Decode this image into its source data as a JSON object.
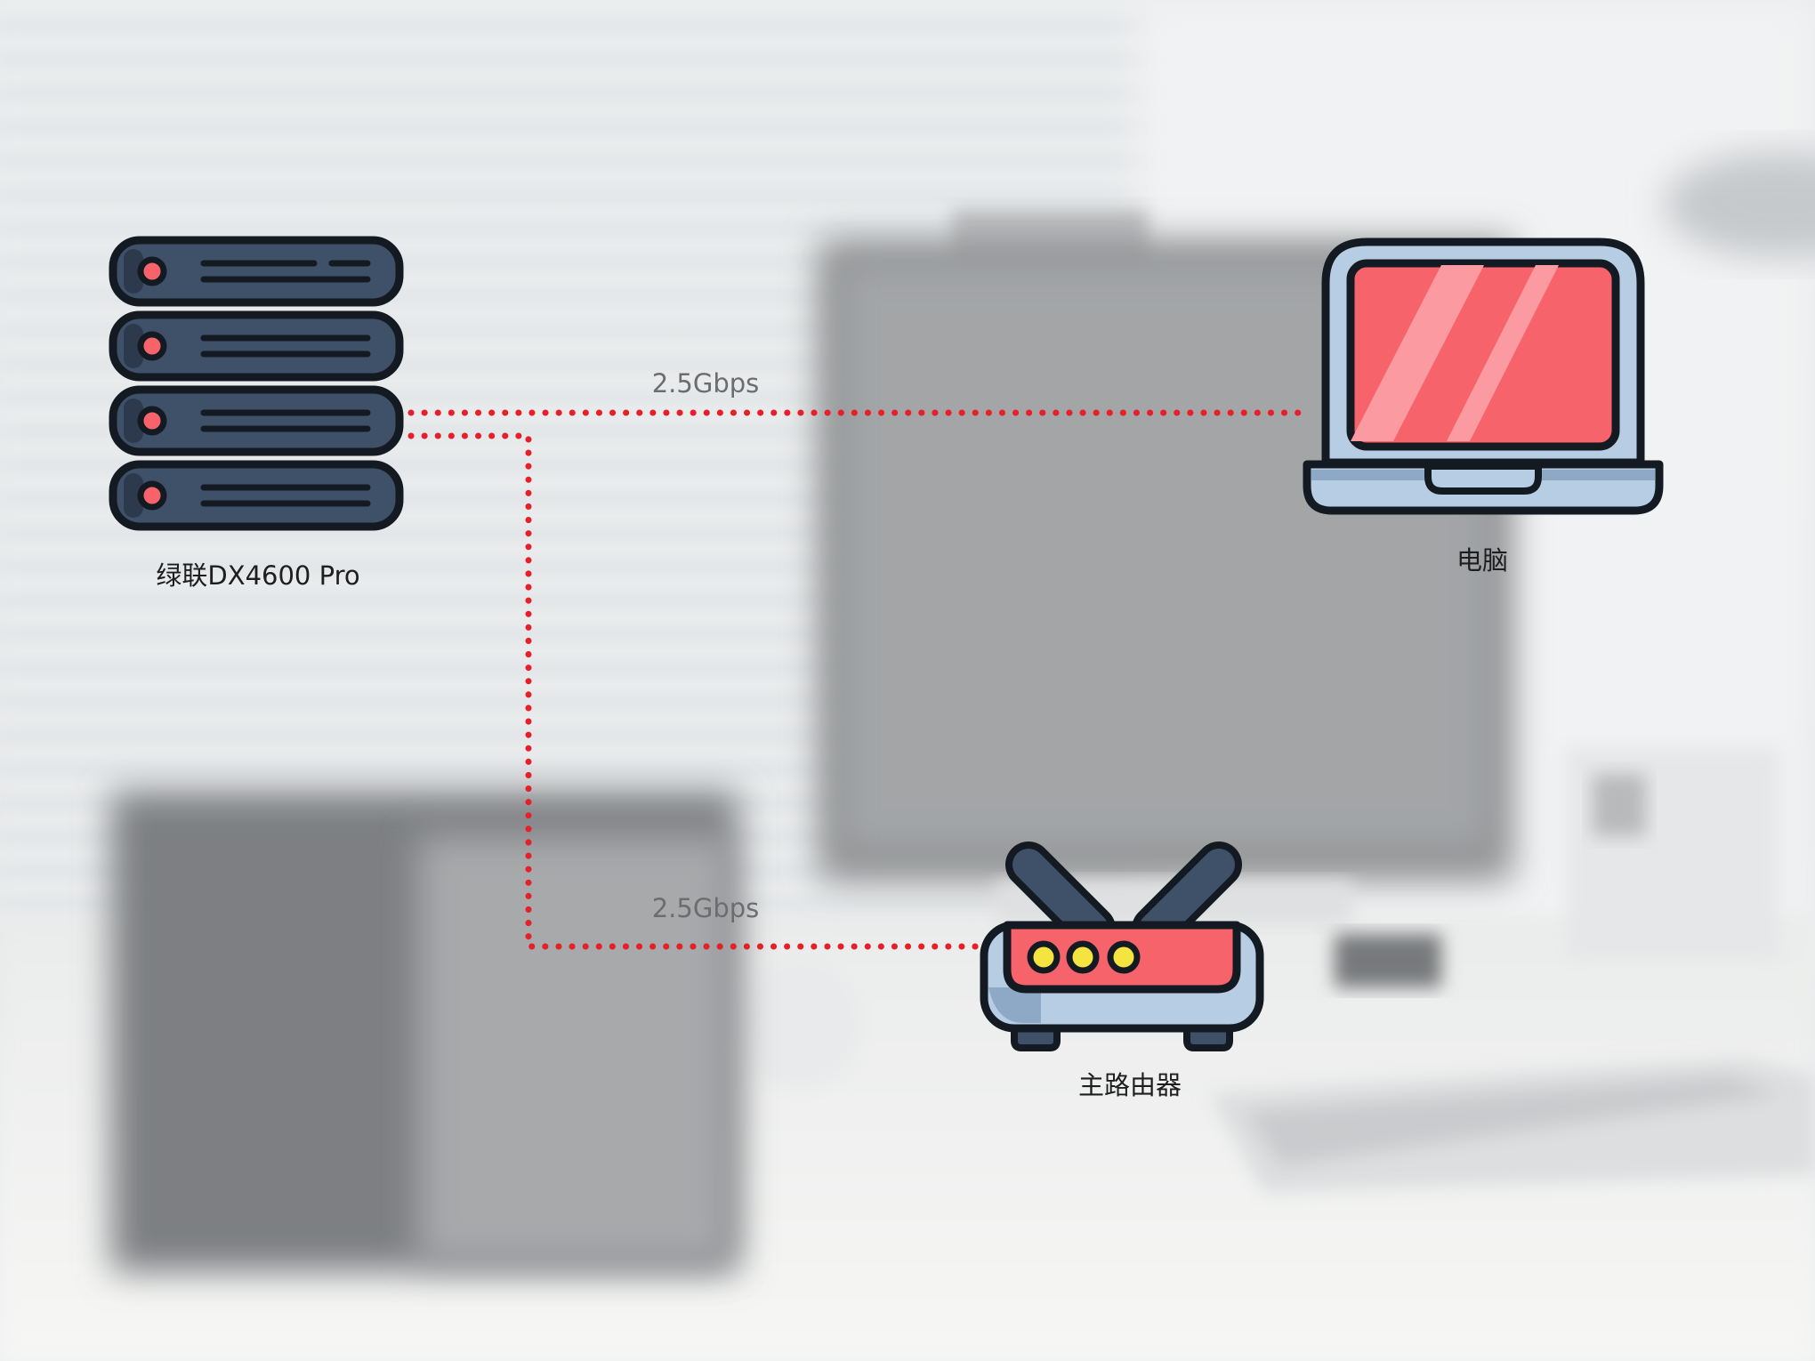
{
  "nodes": {
    "nas": {
      "label": "绿联DX4600 Pro",
      "icon": "server-rack-icon"
    },
    "computer": {
      "label": "电脑",
      "icon": "laptop-icon"
    },
    "router": {
      "label": "主路由器",
      "icon": "wifi-router-icon"
    }
  },
  "links": {
    "nas_to_computer": {
      "label": "2.5Gbps"
    },
    "nas_to_router": {
      "label": "2.5Gbps"
    }
  },
  "colors": {
    "link_line": "#e5202a",
    "icon_outline": "#141a22",
    "icon_dark": "#3f5069",
    "icon_light": "#b7cde4",
    "icon_red": "#f7636b",
    "icon_yellow": "#f5e33f"
  }
}
